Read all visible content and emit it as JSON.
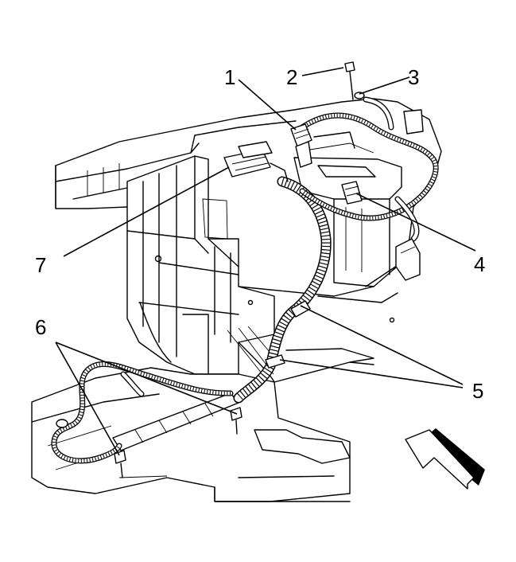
{
  "callouts": [
    {
      "id": "1",
      "label": "1"
    },
    {
      "id": "2",
      "label": "2"
    },
    {
      "id": "3",
      "label": "3"
    },
    {
      "id": "4",
      "label": "4"
    },
    {
      "id": "5",
      "label": "5"
    },
    {
      "id": "6",
      "label": "6"
    },
    {
      "id": "7",
      "label": "7"
    }
  ],
  "colors": {
    "ink": "#000000",
    "paper": "#ffffff"
  },
  "icons": {
    "direction": "view-direction-arrow-icon"
  }
}
